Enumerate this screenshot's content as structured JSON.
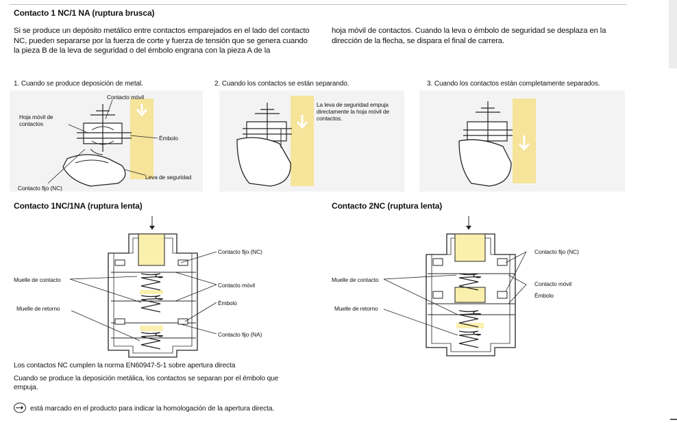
{
  "section_brusca": {
    "title": "Contacto 1 NC/1 NA (ruptura brusca)",
    "para_left": "Si se produce un depósito metálico entre contactos emparejados en el lado del contacto NC, pueden separarse por la fuerza de corte y fuerza de tensión que se genera cuando la pieza B de la leva de seguridad o del émbolo engrana con la pieza A de la",
    "para_right": "hoja móvil de contactos. Cuando la leva o émbolo de seguridad se desplaza en la dirección de la flecha, se dispara el final de carrera."
  },
  "steps": [
    {
      "caption": "1.  Cuando se produce deposición de metal."
    },
    {
      "caption": "2.  Cuando los contactos se están separando."
    },
    {
      "caption": "3.  Cuando los contactos están completamente separados."
    }
  ],
  "step1_labels": {
    "contacto_movil": "Contacto móvil",
    "hoja_movil": "Hoja móvil de contactos",
    "embolo": "Émbolo",
    "leva": "Leva de seguridad",
    "contacto_fijo": "Contacto fijo (NC)"
  },
  "step2_labels": {
    "note": "La leva de seguridad empuja directamente la hoja móvil de contactos."
  },
  "section_lenta1": {
    "title": "Contacto 1NC/1NA (ruptura lenta)",
    "labels": {
      "fijo_nc": "Contacto fijo (NC)",
      "muelle_contacto": "Muelle de contacto",
      "movil": "Contacto móvil",
      "embolo": "Émbolo",
      "muelle_retorno": "Muelle de retorno",
      "fijo_na": "Contacto fijo (NA)"
    }
  },
  "section_lenta2": {
    "title": "Contacto 2NC (ruptura lenta)",
    "labels": {
      "fijo_nc": "Contacto fijo (NC)",
      "muelle_contacto": "Muelle de contacto",
      "movil": "Contacto móvil",
      "embolo": "Émbolo",
      "muelle_retorno": "Muelle de retorno"
    }
  },
  "notes": {
    "norma": "Los contactos NC cumplen la norma EN60947-5-1 sobre apertura directa",
    "deposicion": "Cuando se produce la deposición metálica, los contactos se separan por el émbolo que empuja.",
    "marcado": "está marcado en el producto para indicar la homologación de la apertura directa."
  },
  "colors": {
    "plunger_yellow": "#fbefad",
    "arrow_yellow": "#f5e49a",
    "panel_gray": "#f3f3f3"
  },
  "icons": [
    "direct-opening-mark-icon"
  ]
}
